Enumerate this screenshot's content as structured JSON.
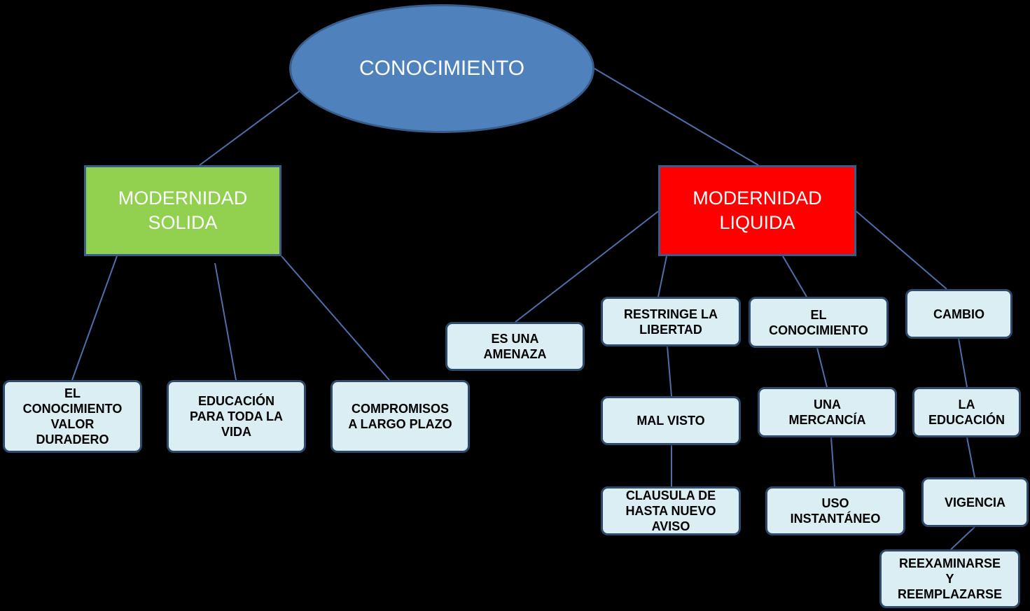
{
  "nodes": {
    "conocimiento": "CONOCIMIENTO",
    "modernidad_solida": "MODERNIDAD\nSOLIDA",
    "modernidad_liquida": "MODERNIDAD\nLIQUIDA",
    "conocimiento_valor_duradero": "EL\nCONOCIMIENTO\nVALOR\nDURADERO",
    "educacion_toda_vida": "EDUCACIÓN\nPARA TODA LA\nVIDA",
    "compromisos_largo_plazo": "COMPROMISOS\nA LARGO PLAZO",
    "es_una_amenaza": "ES UNA\nAMENAZA",
    "restringe_libertad": "RESTRINGE LA\nLIBERTAD",
    "el_conocimiento": "EL\nCONOCIMIENTO",
    "cambio": "CAMBIO",
    "mal_visto": "MAL VISTO",
    "una_mercancia": "UNA\nMERCANCÍA",
    "la_educacion": "LA\nEDUCACIÓN",
    "clausula": "CLAUSULA DE\nHASTA NUEVO\nAVISO",
    "uso_instantaneo": "USO\nINSTANTÁNEO",
    "vigencia": "VIGENCIA",
    "reexaminarse": "REEXAMINARSE\nY\nREEMPLAZARSE"
  },
  "link_labels": {
    "to_solida": "",
    "to_liquida": "",
    "to_valor": "",
    "to_educacion": "",
    "to_compromisos": "",
    "to_amenaza": "",
    "to_restringe": "",
    "to_conocimiento": "",
    "to_cambio": "",
    "to_mal_visto": "",
    "to_mercancia": "",
    "to_la_educacion": "",
    "to_clausula": "",
    "to_uso": "",
    "to_vigencia": ""
  },
  "colors": {
    "background": "#000000",
    "ellipse_fill": "#4f81bd",
    "solida_fill": "#92d050",
    "liquida_fill": "#ff0000",
    "leaf_fill": "#dbeef4",
    "connector": "#4f6fa8"
  }
}
